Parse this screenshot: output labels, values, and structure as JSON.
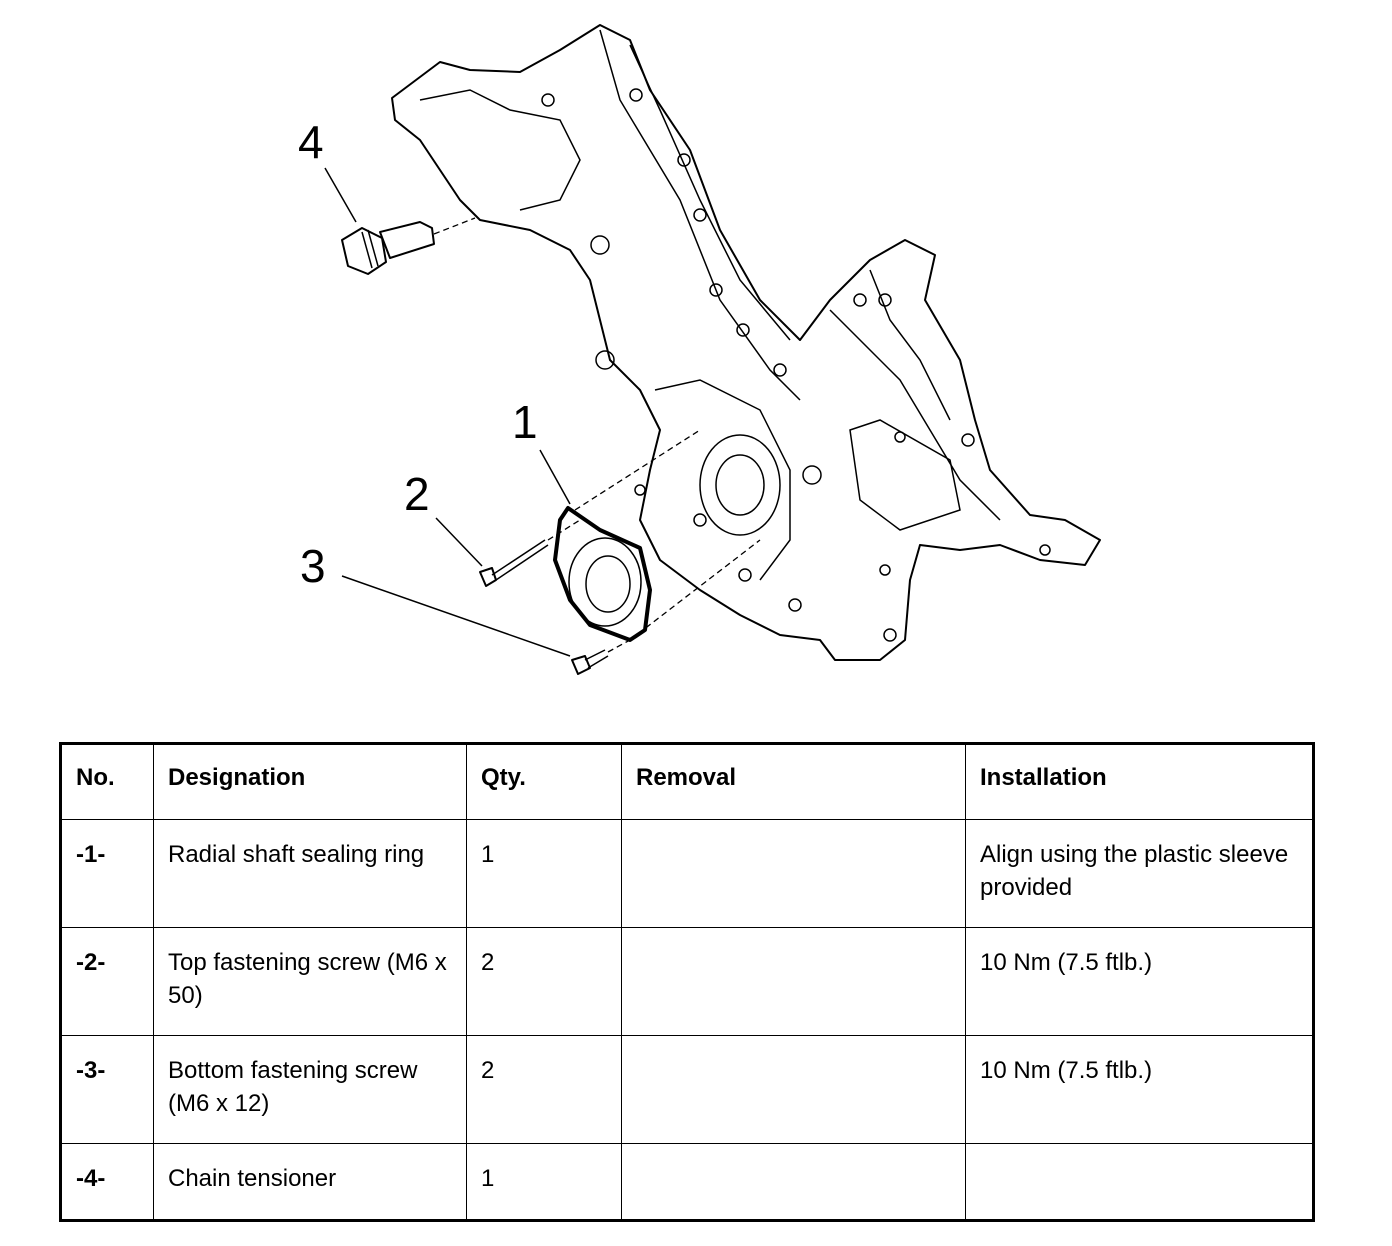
{
  "diagram": {
    "callouts": [
      {
        "id": "1",
        "label": "1"
      },
      {
        "id": "2",
        "label": "2"
      },
      {
        "id": "3",
        "label": "3"
      },
      {
        "id": "4",
        "label": "4"
      }
    ]
  },
  "table": {
    "headers": {
      "no": "No.",
      "designation": "Designation",
      "qty": "Qty.",
      "removal": "Removal",
      "installation": "Installation"
    },
    "rows": [
      {
        "no": "-1-",
        "designation": "Radial shaft sealing ring",
        "qty": "1",
        "removal": "",
        "installation": "Align using the plastic sleeve provided"
      },
      {
        "no": "-2-",
        "designation": "Top fastening screw (M6 x 50)",
        "qty": "2",
        "removal": "",
        "installation": "10 Nm (7.5 ftlb.)"
      },
      {
        "no": "-3-",
        "designation": "Bottom fastening screw (M6 x 12)",
        "qty": "2",
        "removal": "",
        "installation": "10 Nm (7.5 ftlb.)"
      },
      {
        "no": "-4-",
        "designation": "Chain tensioner",
        "qty": "1",
        "removal": "",
        "installation": ""
      }
    ]
  }
}
